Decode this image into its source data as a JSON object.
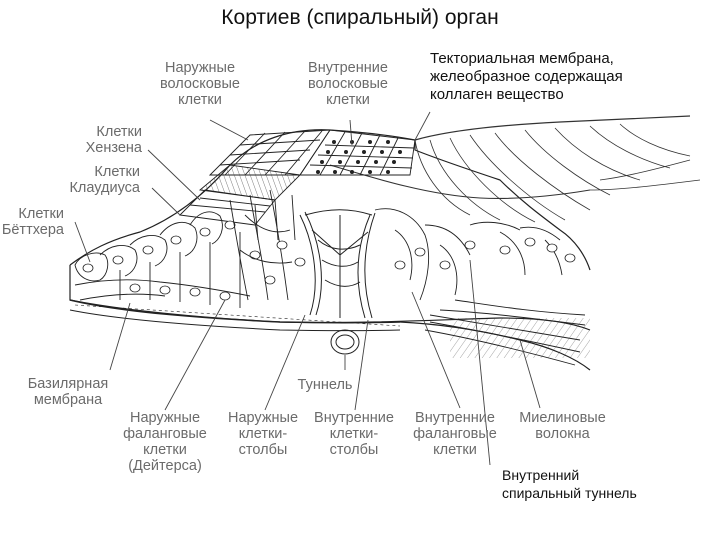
{
  "title": "Кортиев (спиральный) орган",
  "labels": {
    "outer_hair_cells": [
      "Наружные",
      "волосковые",
      "клетки"
    ],
    "inner_hair_cells": [
      "Внутренние",
      "волосковые",
      "клетки"
    ],
    "tectorial": [
      "Текториальная мембрана,",
      "желеобразное содержащая",
      "коллаген вещество"
    ],
    "hensen": [
      "Клетки",
      "Хензена"
    ],
    "claudius": [
      "Клетки",
      "Клаудиуса"
    ],
    "boettcher": [
      "Клетки",
      "Бёттхера"
    ],
    "basilar": [
      "Базилярная",
      "мембрана"
    ],
    "tunnel": "Туннель",
    "outer_phalangeal": [
      "Наружные",
      "фаланговые",
      "клетки",
      "(Дейтерса)"
    ],
    "outer_pillar": [
      "Наружные",
      "клетки-",
      "столбы"
    ],
    "inner_pillar": [
      "Внутренние",
      "клетки-",
      "столбы"
    ],
    "inner_phalangeal": [
      "Внутренние",
      "фаланговые",
      "клетки"
    ],
    "myelin": [
      "Миелиновые",
      "волокна"
    ],
    "inner_spiral_tunnel": [
      "Внутренний",
      "спиральный туннель"
    ]
  },
  "colors": {
    "ink": "#1a1a1a",
    "label": "#6b6b6b",
    "title": "#111111"
  }
}
